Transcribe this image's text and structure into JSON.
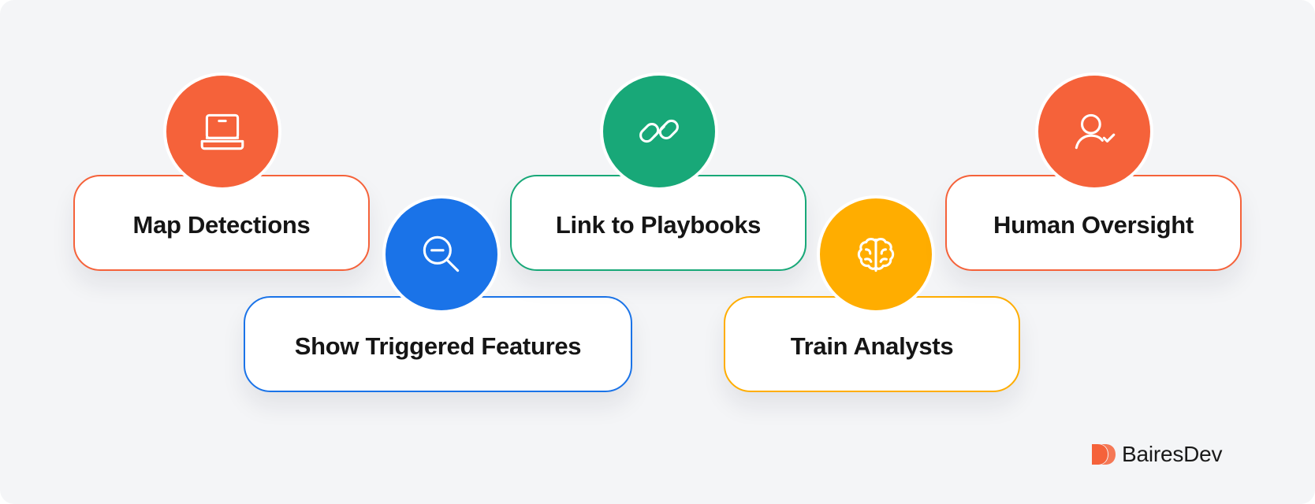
{
  "steps": [
    {
      "label": "Map Detections",
      "icon": "laptop-icon",
      "color": "#f5623a"
    },
    {
      "label": "Show Triggered Features",
      "icon": "zoom-out-icon",
      "color": "#1a73e8"
    },
    {
      "label": "Link to Playbooks",
      "icon": "link-icon",
      "color": "#18a878"
    },
    {
      "label": "Train Analysts",
      "icon": "brain-icon",
      "color": "#ffad00"
    },
    {
      "label": "Human Oversight",
      "icon": "user-check-icon",
      "color": "#f5623a"
    }
  ],
  "brand": {
    "name": "BairesDev",
    "color": "#f5623a"
  }
}
